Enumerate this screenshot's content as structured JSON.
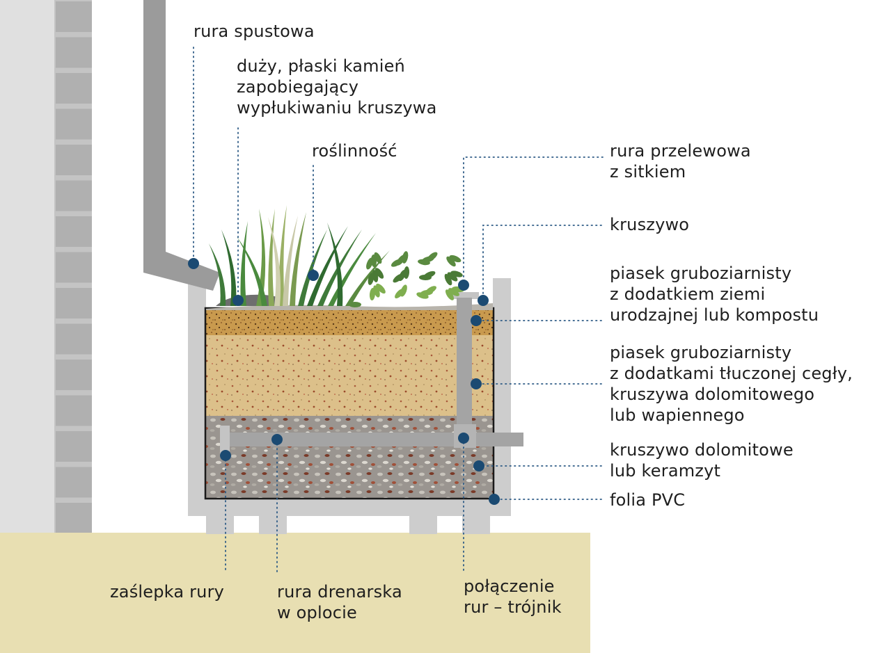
{
  "labels": {
    "rura_spustowa": [
      "rura spustowa"
    ],
    "kamien": [
      "duży, płaski kamień",
      "zapobiegający",
      "wypłukiwaniu kruszywa"
    ],
    "roslinnosc": [
      "roślinność"
    ],
    "rura_przelewowa": [
      "rura przelewowa",
      "z sitkiem"
    ],
    "kruszywo": [
      "kruszywo"
    ],
    "piasek_ziemia": [
      "piasek gruboziarnisty",
      "z dodatkiem ziemi",
      "urodzajnej lub kompostu"
    ],
    "piasek_cegla": [
      "piasek gruboziarnisty",
      "z dodatkami tłuczonej cegły,",
      "kruszywa dolomitowego",
      "lub wapiennego"
    ],
    "kruszywo_dolomitowe": [
      "kruszywo dolomitowe",
      "lub keramzyt"
    ],
    "folia": [
      "folia PVC"
    ],
    "zaslepka": [
      "zaślepka rury"
    ],
    "rura_drenarska": [
      "rura drenarska",
      "w oplocie"
    ],
    "polaczenie": [
      "połączenie",
      "rur – trójnik"
    ]
  },
  "colors": {
    "marker": "#1b4a72",
    "leader": "#2c5a85",
    "wall_light": "#e0e0e0",
    "brick": "#b0b0b0",
    "frame": "#cdcdcd",
    "pipe": "#9b9b9b",
    "ground": "#e8dfb2",
    "topsoil": "#c99a4e",
    "sand": "#dcc08a",
    "gravel": "#9a9590",
    "plant_dark": "#3f7a3a",
    "plant_light": "#7fae4f"
  }
}
